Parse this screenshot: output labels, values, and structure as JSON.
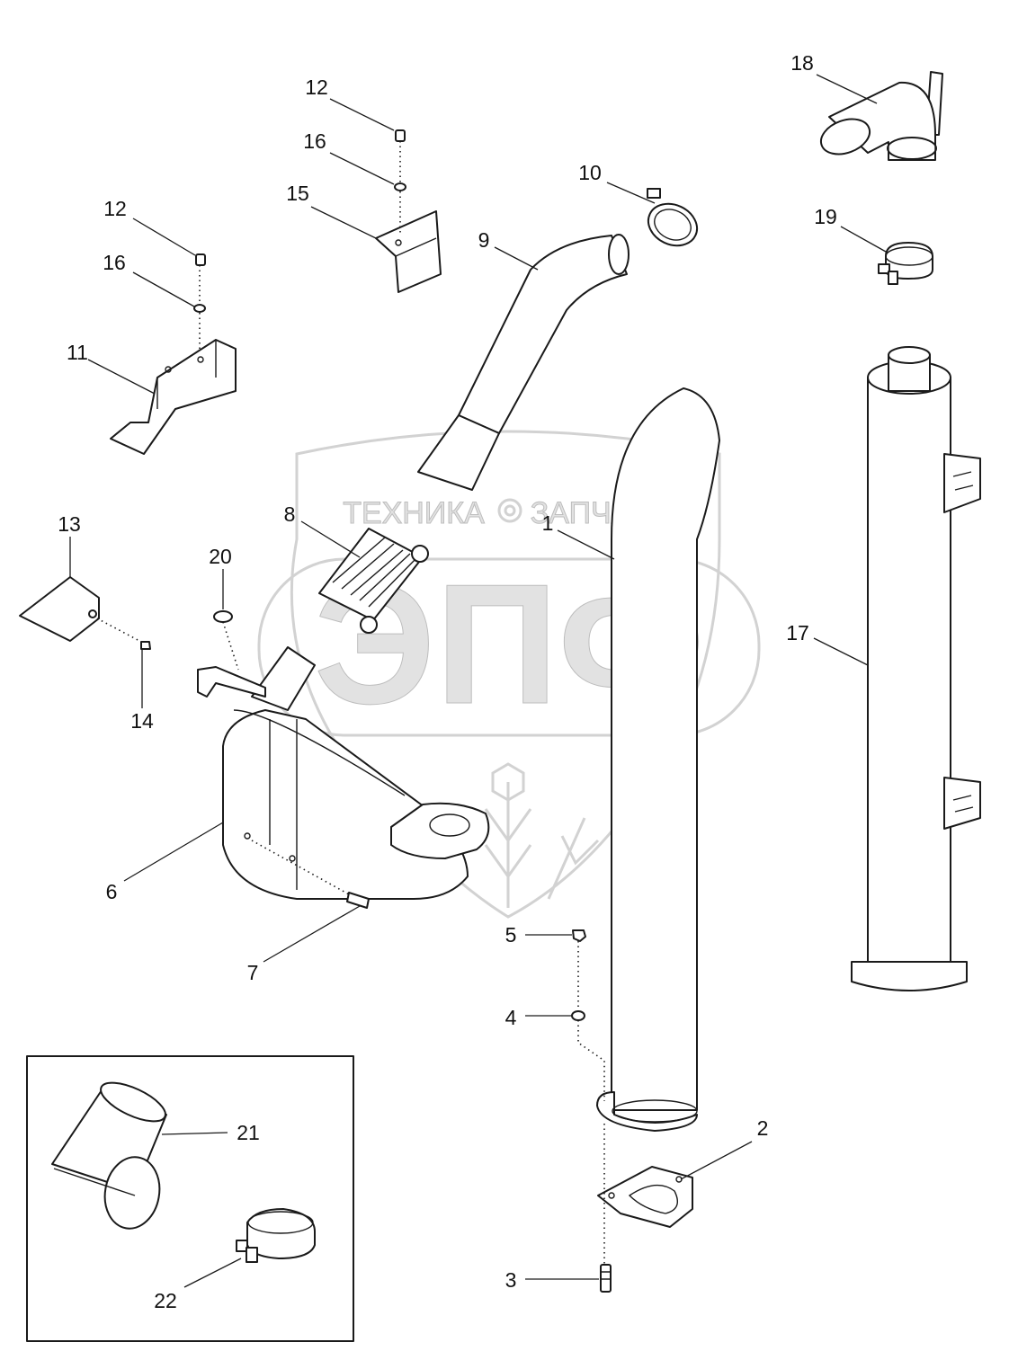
{
  "watermark": {
    "line_left": "ТЕХНИКА",
    "line_right": "ЗАПЧАСТИ",
    "logo": "ЭПФ",
    "gear_icon": "gear-icon"
  },
  "callouts": [
    {
      "id": "1",
      "label": "1"
    },
    {
      "id": "2",
      "label": "2"
    },
    {
      "id": "3",
      "label": "3"
    },
    {
      "id": "4",
      "label": "4"
    },
    {
      "id": "5",
      "label": "5"
    },
    {
      "id": "6",
      "label": "6"
    },
    {
      "id": "7",
      "label": "7"
    },
    {
      "id": "8",
      "label": "8"
    },
    {
      "id": "9",
      "label": "9"
    },
    {
      "id": "10",
      "label": "10"
    },
    {
      "id": "11",
      "label": "11"
    },
    {
      "id": "12a",
      "label": "12"
    },
    {
      "id": "12b",
      "label": "12"
    },
    {
      "id": "13",
      "label": "13"
    },
    {
      "id": "14",
      "label": "14"
    },
    {
      "id": "15",
      "label": "15"
    },
    {
      "id": "16a",
      "label": "16"
    },
    {
      "id": "16b",
      "label": "16"
    },
    {
      "id": "17",
      "label": "17"
    },
    {
      "id": "18",
      "label": "18"
    },
    {
      "id": "19",
      "label": "19"
    },
    {
      "id": "20",
      "label": "20"
    },
    {
      "id": "21",
      "label": "21"
    },
    {
      "id": "22",
      "label": "22"
    }
  ]
}
